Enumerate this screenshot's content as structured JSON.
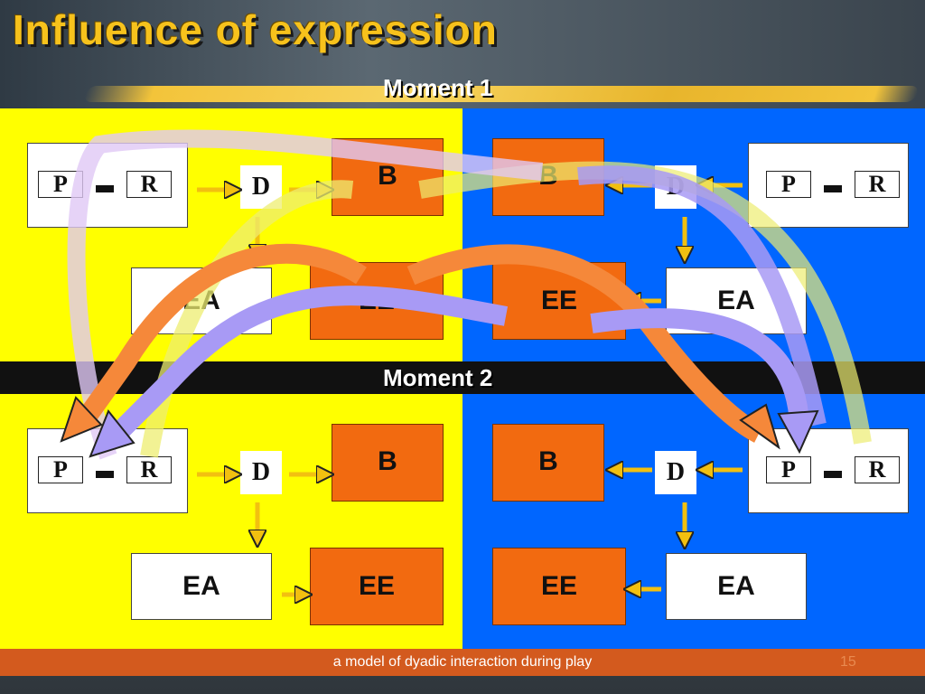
{
  "title": "Influence of expression",
  "moments": {
    "moment1": "Moment 1",
    "moment2": "Moment 2"
  },
  "labels": {
    "P": "P",
    "R": "R",
    "D": "D",
    "B": "B",
    "EA": "EA",
    "EE": "EE"
  },
  "footer": {
    "text": "a model of dyadic interaction during play",
    "page": "15"
  },
  "colors": {
    "left_panel": "#ffff00",
    "right_panel": "#0066ff",
    "box_orange": "#f26a10",
    "arrow_orange": "#f5883a",
    "arrow_lavender": "#a89af5",
    "arrow_pale_lavender": "#e2ccf5",
    "arrow_pale_yellow": "#f0f080",
    "footer": "#d35a1e",
    "title": "#f7c21c"
  }
}
